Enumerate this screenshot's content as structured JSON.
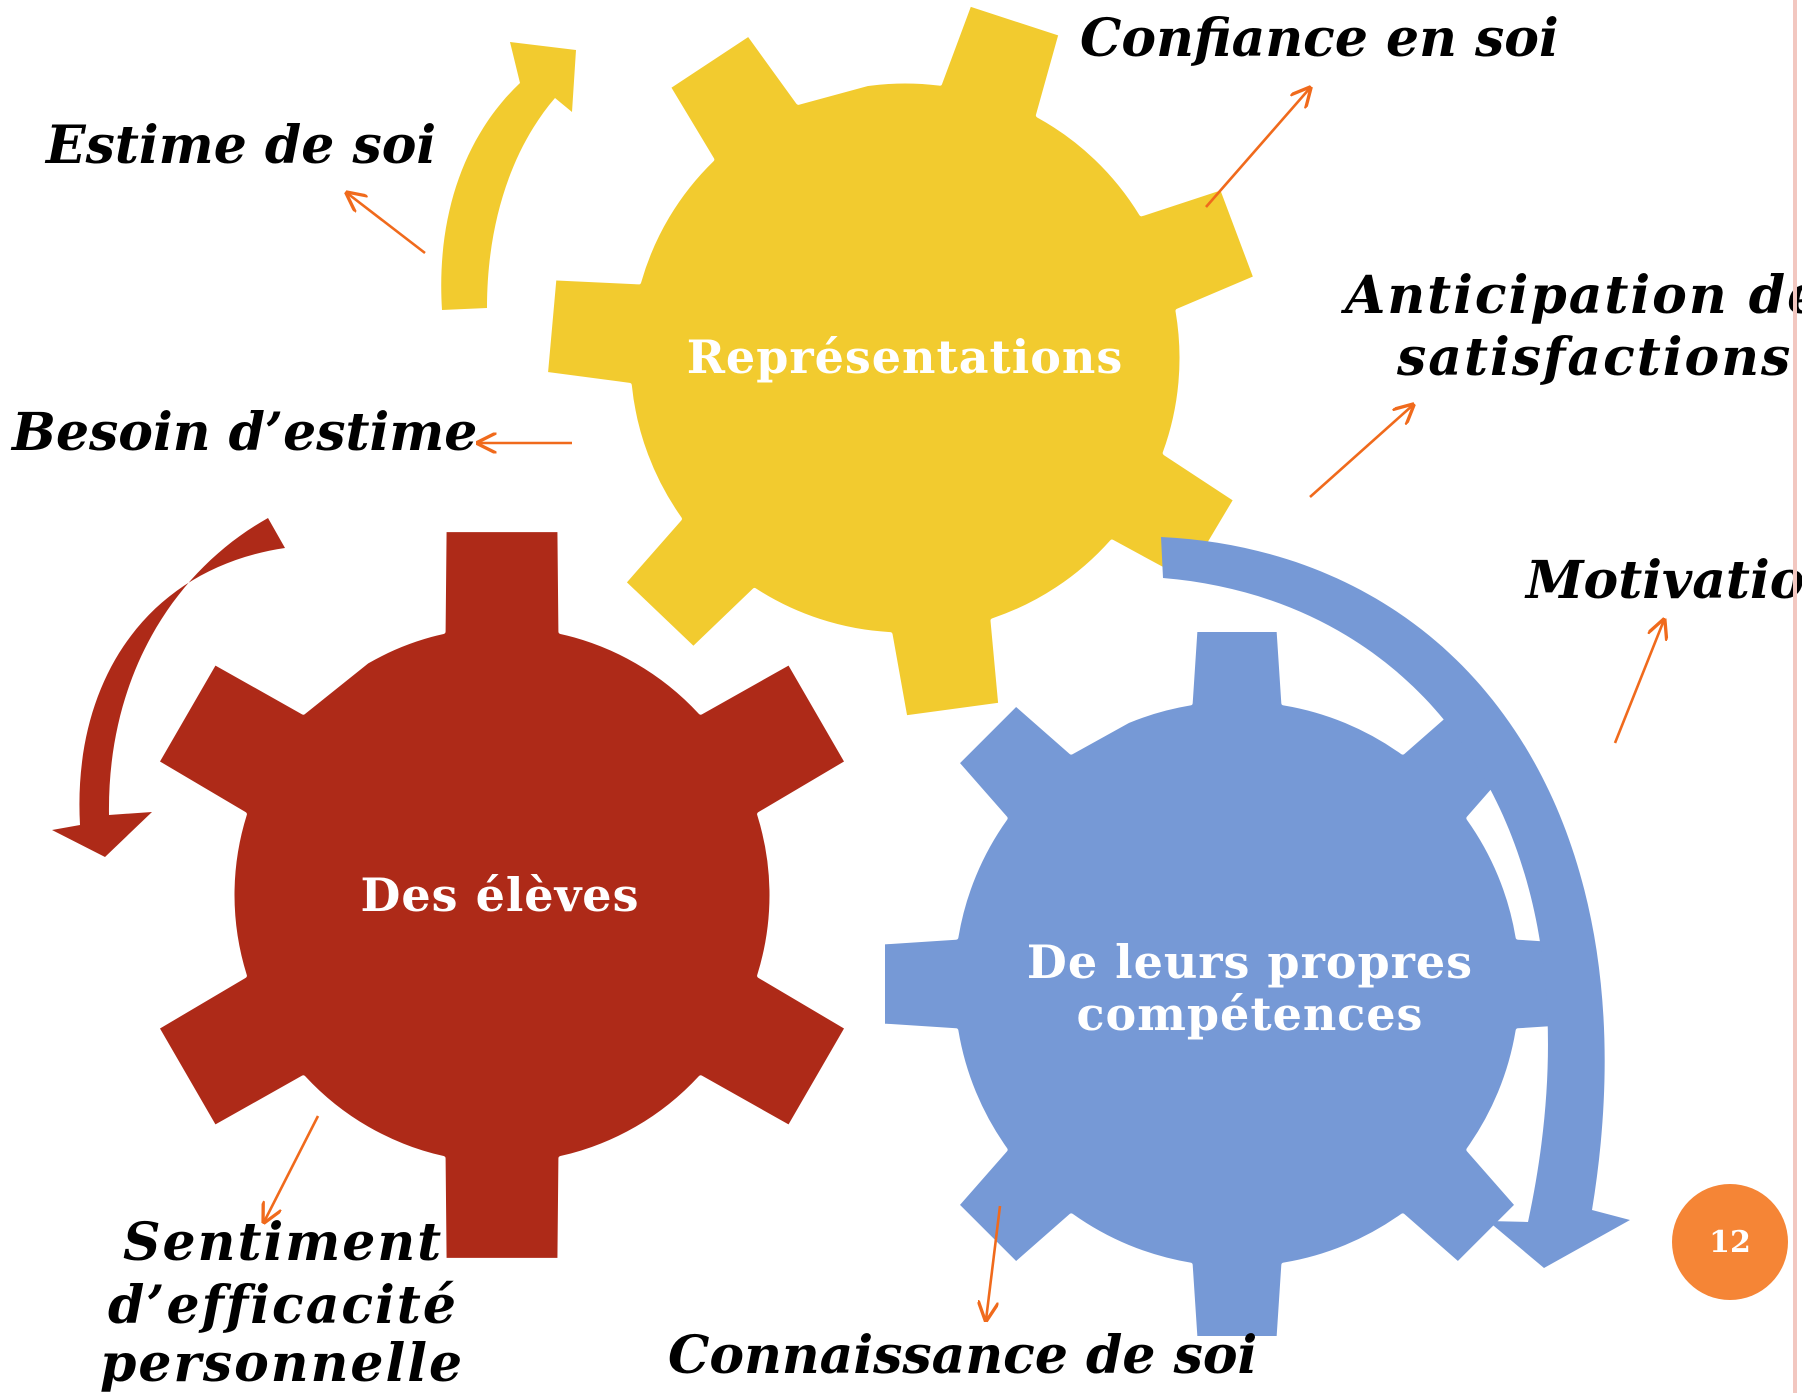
{
  "gears": {
    "representations": {
      "label": "Représentations",
      "color": "#f2cb2f"
    },
    "eleves": {
      "label": "Des élèves",
      "color": "#ae2a18"
    },
    "competences": {
      "line1": "De leurs propres",
      "line2": "compétences",
      "color": "#7699d6"
    }
  },
  "labels": {
    "estime_de_soi": "Estime de soi",
    "confiance_en_soi": "Confiance en soi",
    "anticipation_line1": "Anticipation des",
    "anticipation_line2": "satisfactions",
    "besoin_estime": "Besoin d’estime",
    "motivation": "Motivation",
    "sentiment_line1": "Sentiment",
    "sentiment_line2": "d’efficacité",
    "sentiment_line3": "personnelle",
    "connaissance_de_soi": "Connaissance de soi"
  },
  "page_number": "12",
  "colors": {
    "pointer_arrows": "#f06a1c",
    "page_badge": "#f58536",
    "right_rule": "#f2c7c0"
  }
}
